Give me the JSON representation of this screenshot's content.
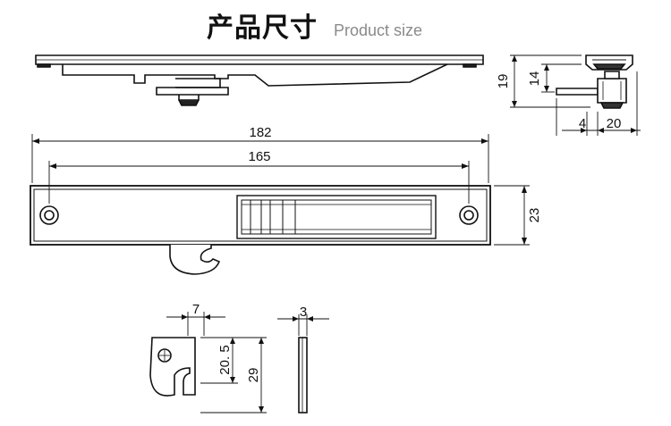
{
  "header": {
    "title_zh": "产品尺寸",
    "title_en": "Product size"
  },
  "dimensions": {
    "overall_length": "182",
    "hole_spacing": "165",
    "body_height": "23",
    "side_height": "19",
    "side_upper": "14",
    "side_offset": "4",
    "side_depth": "20",
    "hook_width": "7",
    "hook_thickness": "3",
    "hook_height": "29",
    "hook_inner_height": "20. 5"
  },
  "colors": {
    "line": "#111111",
    "title_secondary": "#8a8a8a"
  }
}
